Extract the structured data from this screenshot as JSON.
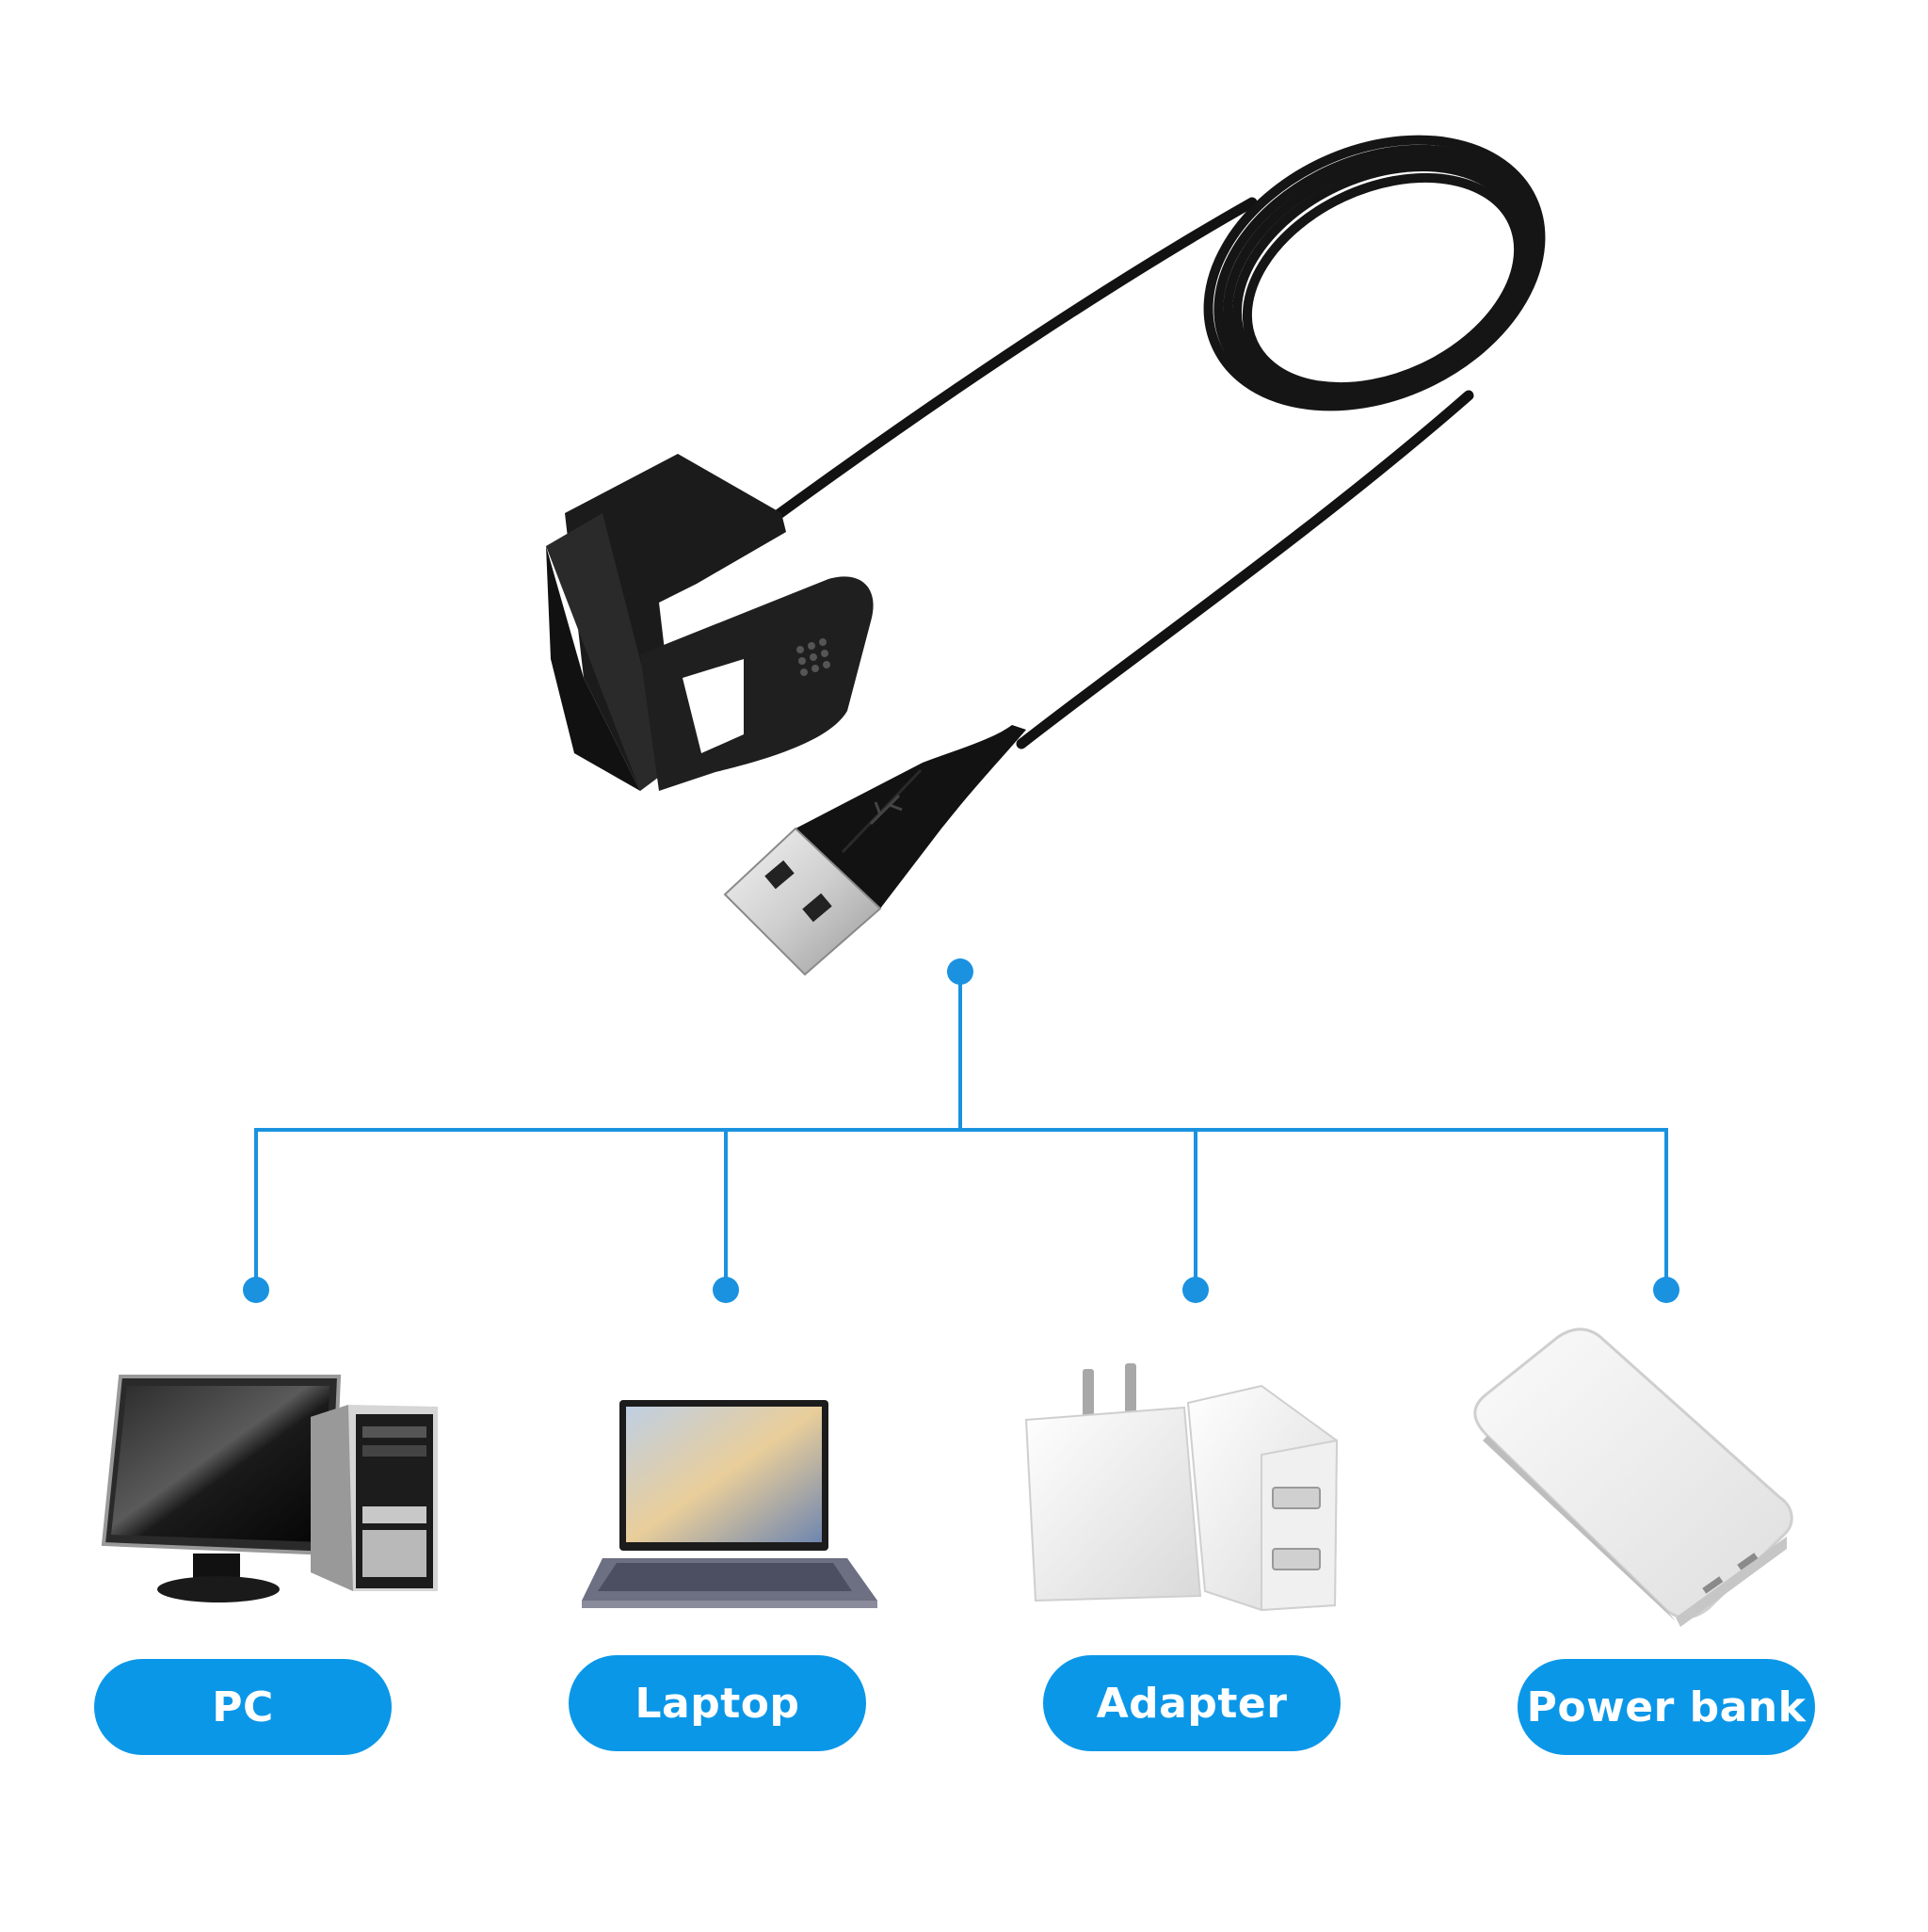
{
  "theme": {
    "accent": "#0B97E8",
    "line": "#1A92E0",
    "cable": "#121212",
    "plug_metal": "#D9D9D9"
  },
  "devices": [
    {
      "id": "pc",
      "label": "PC",
      "icon": "desktop-pc-icon"
    },
    {
      "id": "laptop",
      "label": "Laptop",
      "icon": "laptop-icon"
    },
    {
      "id": "adapter",
      "label": "Adapter",
      "icon": "usb-wall-adapter-icon"
    },
    {
      "id": "powerbank",
      "label": "Power bank",
      "icon": "power-bank-icon"
    }
  ]
}
